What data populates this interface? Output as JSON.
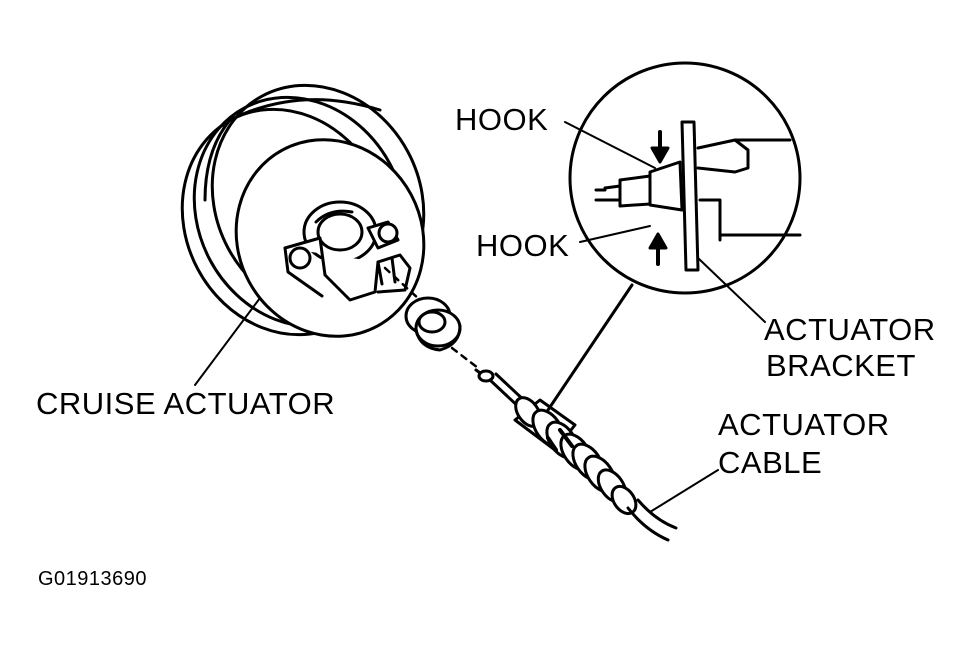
{
  "labels": {
    "hook_upper": "HOOK",
    "hook_lower": "HOOK",
    "actuator_bracket_line1": "ACTUATOR",
    "actuator_bracket_line2": "BRACKET",
    "cruise_actuator": "CRUISE ACTUATOR",
    "actuator_cable_line1": "ACTUATOR",
    "actuator_cable_line2": "CABLE"
  },
  "figure_id": "G01913690",
  "colors": {
    "ink": "#000000",
    "paper": "#ffffff"
  }
}
